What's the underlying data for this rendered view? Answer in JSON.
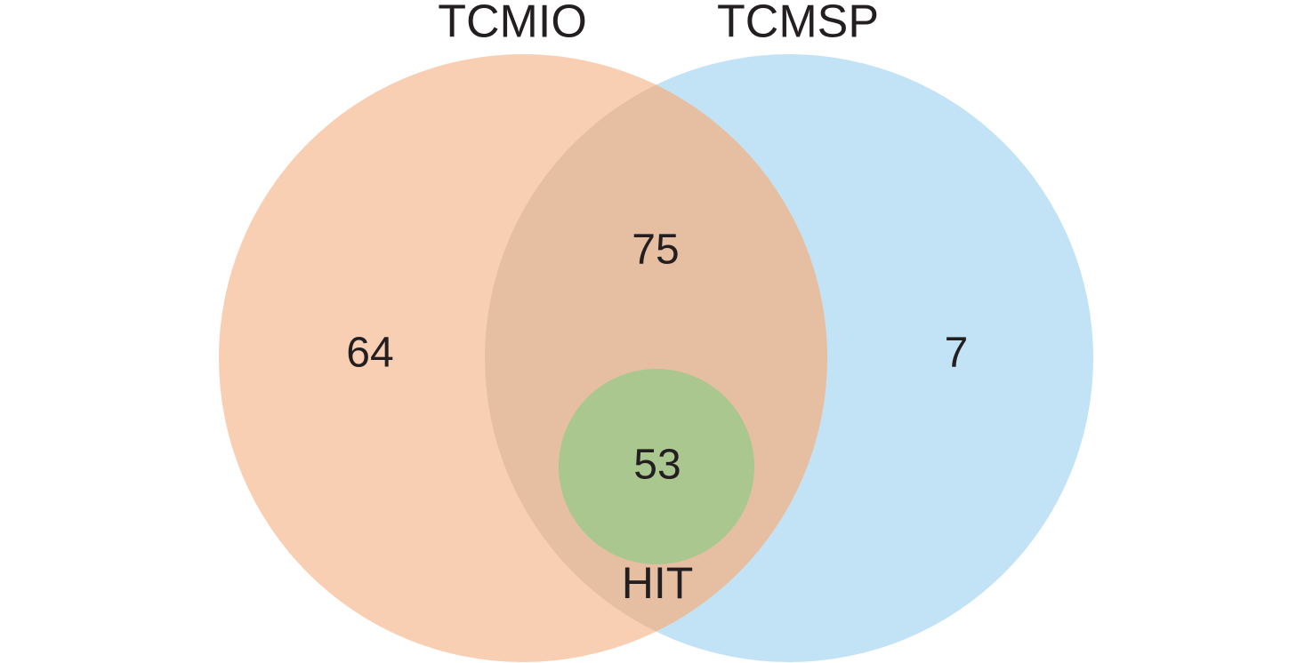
{
  "diagram": {
    "type": "venn",
    "sets": {
      "tcmio": {
        "name": "TCMIO",
        "color": "#f9cfb3"
      },
      "tcmsp": {
        "name": "TCMSP",
        "color": "#c2e3f6"
      },
      "hit": {
        "name": "HIT",
        "color": "#abc790"
      }
    },
    "overlap_color": "#e6bfa3",
    "regions": {
      "tcmio_only": "64",
      "tcmio_tcmsp": "75",
      "tcmsp_only": "7",
      "all_three": "53"
    }
  }
}
